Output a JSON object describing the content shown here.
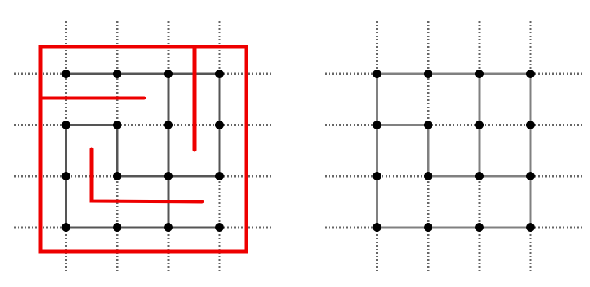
{
  "colors": {
    "background": "#ffffff",
    "grid_dotted": "#666666",
    "left_edges": "#555555",
    "right_edges": "#808080",
    "nodes": "#000000",
    "maze_walls": "#ee0000"
  },
  "diagrams": [
    {
      "id": "left",
      "grid_size": [
        4,
        4
      ],
      "edges": [
        [
          [
            0,
            0
          ],
          [
            1,
            0
          ]
        ],
        [
          [
            1,
            0
          ],
          [
            2,
            0
          ]
        ],
        [
          [
            2,
            0
          ],
          [
            3,
            0
          ]
        ],
        [
          [
            0,
            1
          ],
          [
            1,
            1
          ]
        ],
        [
          [
            1,
            2
          ],
          [
            2,
            2
          ]
        ],
        [
          [
            2,
            2
          ],
          [
            3,
            2
          ]
        ],
        [
          [
            0,
            3
          ],
          [
            1,
            3
          ]
        ],
        [
          [
            1,
            3
          ],
          [
            2,
            3
          ]
        ],
        [
          [
            2,
            3
          ],
          [
            3,
            3
          ]
        ],
        [
          [
            0,
            1
          ],
          [
            0,
            2
          ]
        ],
        [
          [
            0,
            2
          ],
          [
            0,
            3
          ]
        ],
        [
          [
            1,
            1
          ],
          [
            1,
            2
          ]
        ],
        [
          [
            2,
            0
          ],
          [
            2,
            1
          ]
        ],
        [
          [
            2,
            1
          ],
          [
            2,
            2
          ]
        ],
        [
          [
            2,
            2
          ],
          [
            2,
            3
          ]
        ],
        [
          [
            3,
            0
          ],
          [
            3,
            1
          ]
        ],
        [
          [
            3,
            1
          ],
          [
            3,
            2
          ]
        ]
      ],
      "has_maze_overlay": true
    },
    {
      "id": "right",
      "grid_size": [
        4,
        4
      ],
      "edges": [
        [
          [
            0,
            0
          ],
          [
            1,
            0
          ]
        ],
        [
          [
            1,
            0
          ],
          [
            2,
            0
          ]
        ],
        [
          [
            2,
            0
          ],
          [
            3,
            0
          ]
        ],
        [
          [
            0,
            1
          ],
          [
            1,
            1
          ]
        ],
        [
          [
            1,
            2
          ],
          [
            2,
            2
          ]
        ],
        [
          [
            2,
            2
          ],
          [
            3,
            2
          ]
        ],
        [
          [
            0,
            3
          ],
          [
            1,
            3
          ]
        ],
        [
          [
            1,
            3
          ],
          [
            2,
            3
          ]
        ],
        [
          [
            2,
            3
          ],
          [
            3,
            3
          ]
        ],
        [
          [
            0,
            0
          ],
          [
            0,
            1
          ]
        ],
        [
          [
            0,
            1
          ],
          [
            0,
            2
          ]
        ],
        [
          [
            0,
            2
          ],
          [
            0,
            3
          ]
        ],
        [
          [
            1,
            1
          ],
          [
            1,
            2
          ]
        ],
        [
          [
            2,
            0
          ],
          [
            2,
            1
          ]
        ],
        [
          [
            2,
            1
          ],
          [
            2,
            2
          ]
        ],
        [
          [
            3,
            0
          ],
          [
            3,
            1
          ]
        ],
        [
          [
            3,
            1
          ],
          [
            3,
            2
          ]
        ],
        [
          [
            3,
            2
          ],
          [
            3,
            3
          ]
        ]
      ],
      "has_maze_overlay": false
    }
  ]
}
